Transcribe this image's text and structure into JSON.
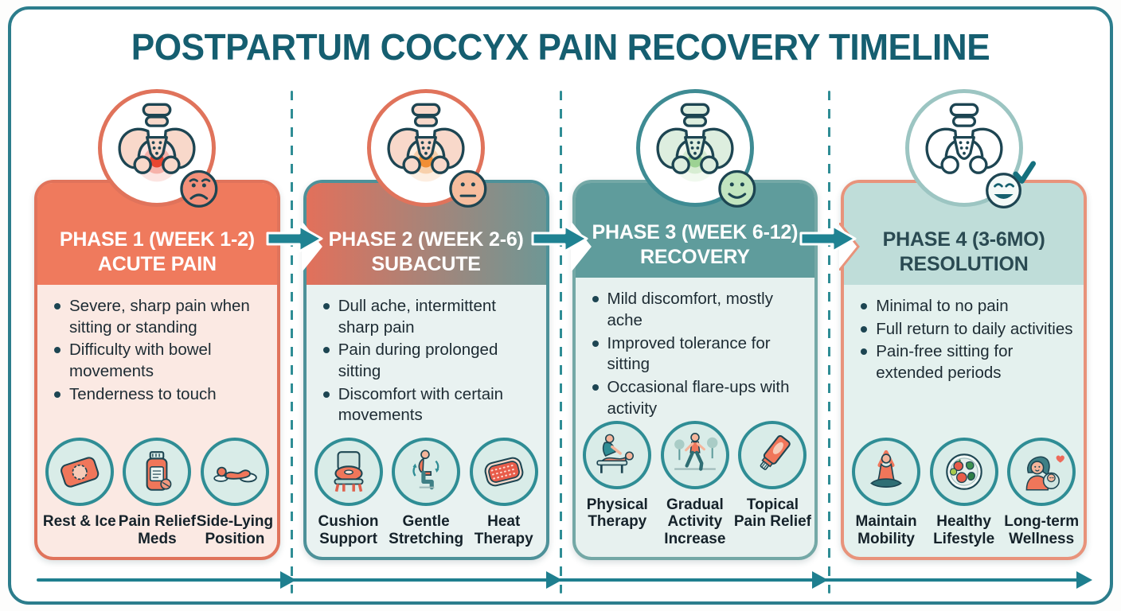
{
  "title": "POSTPARTUM COCCYX PAIN RECOVERY TIMELINE",
  "theme": {
    "teal_accent": "#1F7F8F",
    "title_color": "#155E70",
    "coral_accent": "#EE7960",
    "icon_outline": "#1D4552",
    "treatment_circle_fill": "#D9ECE8",
    "treatment_circle_border": "#2F8D95"
  },
  "phases": [
    {
      "heading_line1": "PHASE 1 (WEEK 1-2)",
      "heading_line2": "ACUTE PAIN",
      "mood_icon": "sad-face-icon",
      "colors": {
        "header_left": "#EF7A5D",
        "header_right": "#EF7A5D",
        "body": "#FBE9E3",
        "border": "#E0735B",
        "heading_text": "#FFFFFF",
        "circle_border": "#E0735B",
        "pelvis_fill": "#F8D8CA",
        "pain_glow": "#E8402A",
        "notch": "transparent"
      },
      "symptoms": [
        "Severe, sharp pain when sitting or standing",
        "Difficulty with bowel movements",
        "Tenderness to touch"
      ],
      "treatments": [
        {
          "icon": "ice-pack-icon",
          "label": "Rest & Ice"
        },
        {
          "icon": "pill-bottle-icon",
          "label": "Pain Relief Meds"
        },
        {
          "icon": "side-lying-icon",
          "label": "Side-Lying Position"
        }
      ]
    },
    {
      "heading_line1": "PHASE 2 (WEEK 2-6)",
      "heading_line2": "SUBACUTE",
      "mood_icon": "neutral-face-icon",
      "colors": {
        "header_left": "#E2705B",
        "header_right": "#6E9795",
        "body": "#E9F2F1",
        "border": "#4D9199",
        "heading_text": "#FFFFFF",
        "circle_border": "#E0735B",
        "pelvis_fill": "#F8D8CA",
        "pain_glow": "#F08A2E",
        "notch": "#FFFFFF"
      },
      "symptoms": [
        "Dull ache, intermittent sharp pain",
        "Pain during prolonged sitting",
        "Discomfort with certain movements"
      ],
      "treatments": [
        {
          "icon": "cushion-icon",
          "label": "Cushion Support"
        },
        {
          "icon": "stretching-icon",
          "label": "Gentle Stretching"
        },
        {
          "icon": "heat-pad-icon",
          "label": "Heat Therapy"
        }
      ]
    },
    {
      "heading_line1": "PHASE 3 (WEEK 6-12)",
      "heading_line2": "RECOVERY",
      "mood_icon": "smiling-face-icon",
      "colors": {
        "header_left": "#5F9C9C",
        "header_right": "#5F9C9C",
        "body": "#E7F1EF",
        "border": "#74A8A6",
        "heading_text": "#FFFFFF",
        "circle_border": "#3E8B93",
        "pelvis_fill": "#DDEEDF",
        "pain_glow": "#9AD18F",
        "notch": "#FFFFFF"
      },
      "symptoms": [
        "Mild discomfort, mostly ache",
        "Improved tolerance for sitting",
        "Occasional flare-ups with activity"
      ],
      "treatments": [
        {
          "icon": "physical-therapy-icon",
          "label": "Physical Therapy"
        },
        {
          "icon": "walking-icon",
          "label": "Gradual Activity Increase"
        },
        {
          "icon": "cream-tube-icon",
          "label": "Topical Pain Relief"
        }
      ]
    },
    {
      "heading_line1": "PHASE 4 (3-6MO)",
      "heading_line2": "RESOLUTION",
      "mood_icon": "laughing-face-check-icon",
      "colors": {
        "header_left": "#BFDDD9",
        "header_right": "#BFDDD9",
        "body": "#E4F1EE",
        "border": "#E8937B",
        "heading_text": "#2A4A52",
        "circle_border": "#9CC5C2",
        "pelvis_fill": "#FFFFFF",
        "pain_glow": "transparent",
        "notch": "#E8937B"
      },
      "symptoms": [
        "Minimal to no pain",
        "Full return to daily activities",
        "Pain-free sitting for extended periods"
      ],
      "treatments": [
        {
          "icon": "yoga-icon",
          "label": "Maintain Mobility"
        },
        {
          "icon": "healthy-plate-icon",
          "label": "Healthy Lifestyle"
        },
        {
          "icon": "mother-baby-icon",
          "label": "Long-term Wellness"
        }
      ]
    }
  ]
}
